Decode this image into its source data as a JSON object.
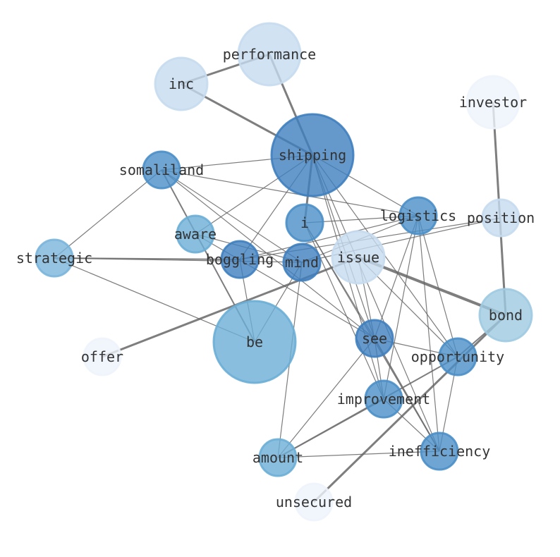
{
  "graph": {
    "nodes": [
      {
        "id": "performance",
        "label": "performance",
        "color": "#c6dbef"
      },
      {
        "id": "inc",
        "label": "inc",
        "color": "#c6dbef"
      },
      {
        "id": "investor",
        "label": "investor",
        "color": "#eef4fc"
      },
      {
        "id": "shipping",
        "label": "shipping",
        "color": "#3f7fbf"
      },
      {
        "id": "somaliland",
        "label": "somaliland",
        "color": "#4a8fc8"
      },
      {
        "id": "logistics",
        "label": "logistics",
        "color": "#4a8fc8"
      },
      {
        "id": "position",
        "label": "position",
        "color": "#c6dbef"
      },
      {
        "id": "i",
        "label": "i",
        "color": "#4a8fc8"
      },
      {
        "id": "aware",
        "label": "aware",
        "color": "#6baed6"
      },
      {
        "id": "strategic",
        "label": "strategic",
        "color": "#7ab5dc"
      },
      {
        "id": "boggling",
        "label": "boggling",
        "color": "#3f7fbf"
      },
      {
        "id": "mind",
        "label": "mind",
        "color": "#3f7fbf"
      },
      {
        "id": "issue",
        "label": "issue",
        "color": "#c6dbef"
      },
      {
        "id": "bond",
        "label": "bond",
        "color": "#9ecae1"
      },
      {
        "id": "be",
        "label": "be",
        "color": "#6baed6"
      },
      {
        "id": "see",
        "label": "see",
        "color": "#3f7fbf"
      },
      {
        "id": "offer",
        "label": "offer",
        "color": "#eef4fc"
      },
      {
        "id": "opportunity",
        "label": "opportunity",
        "color": "#4a8fc8"
      },
      {
        "id": "improvement",
        "label": "improvement",
        "color": "#4a8fc8"
      },
      {
        "id": "amount",
        "label": "amount",
        "color": "#6baed6"
      },
      {
        "id": "inefficiency",
        "label": "inefficiency",
        "color": "#4a8fc8"
      },
      {
        "id": "unsecured",
        "label": "unsecured",
        "color": "#eef4fc"
      }
    ],
    "edges": [
      [
        "performance",
        "inc",
        3
      ],
      [
        "inc",
        "shipping",
        3
      ],
      [
        "performance",
        "shipping",
        3
      ],
      [
        "shipping",
        "i",
        3
      ],
      [
        "investor",
        "bond",
        3
      ],
      [
        "issue",
        "bond",
        4
      ],
      [
        "offer",
        "issue",
        3
      ],
      [
        "bond",
        "unsecured",
        3
      ],
      [
        "somaliland",
        "be",
        2
      ],
      [
        "amount",
        "opportunity",
        2
      ],
      [
        "see",
        "inefficiency",
        2
      ],
      [
        "strategic",
        "boggling",
        2
      ],
      [
        "strategic",
        "mind",
        1
      ],
      [
        "somaliland",
        "shipping",
        1
      ],
      [
        "somaliland",
        "logistics",
        1
      ],
      [
        "somaliland",
        "strategic",
        1
      ],
      [
        "somaliland",
        "mind",
        1
      ],
      [
        "somaliland",
        "see",
        1
      ],
      [
        "shipping",
        "aware",
        1
      ],
      [
        "shipping",
        "boggling",
        1
      ],
      [
        "shipping",
        "logistics",
        1
      ],
      [
        "shipping",
        "see",
        1
      ],
      [
        "shipping",
        "improvement",
        1
      ],
      [
        "shipping",
        "opportunity",
        1
      ],
      [
        "shipping",
        "inefficiency",
        1
      ],
      [
        "i",
        "logistics",
        1
      ],
      [
        "i",
        "see",
        1
      ],
      [
        "i",
        "inefficiency",
        1
      ],
      [
        "i",
        "improvement",
        1
      ],
      [
        "aware",
        "see",
        1
      ],
      [
        "aware",
        "mind",
        1
      ],
      [
        "boggling",
        "logistics",
        1
      ],
      [
        "boggling",
        "position",
        1
      ],
      [
        "boggling",
        "be",
        1
      ],
      [
        "mind",
        "be",
        1
      ],
      [
        "mind",
        "amount",
        1
      ],
      [
        "mind",
        "position",
        1
      ],
      [
        "mind",
        "logistics",
        1
      ],
      [
        "strategic",
        "be",
        1
      ],
      [
        "logistics",
        "see",
        1
      ],
      [
        "logistics",
        "improvement",
        1
      ],
      [
        "logistics",
        "opportunity",
        1
      ],
      [
        "logistics",
        "inefficiency",
        1
      ],
      [
        "issue",
        "see",
        1
      ],
      [
        "issue",
        "opportunity",
        1
      ],
      [
        "see",
        "opportunity",
        1
      ],
      [
        "see",
        "amount",
        1
      ],
      [
        "see",
        "improvement",
        1
      ],
      [
        "opportunity",
        "inefficiency",
        1
      ],
      [
        "improvement",
        "inefficiency",
        1
      ],
      [
        "amount",
        "inefficiency",
        1
      ],
      [
        "amount",
        "improvement",
        2
      ],
      [
        "opportunity",
        "bond",
        2
      ]
    ]
  }
}
